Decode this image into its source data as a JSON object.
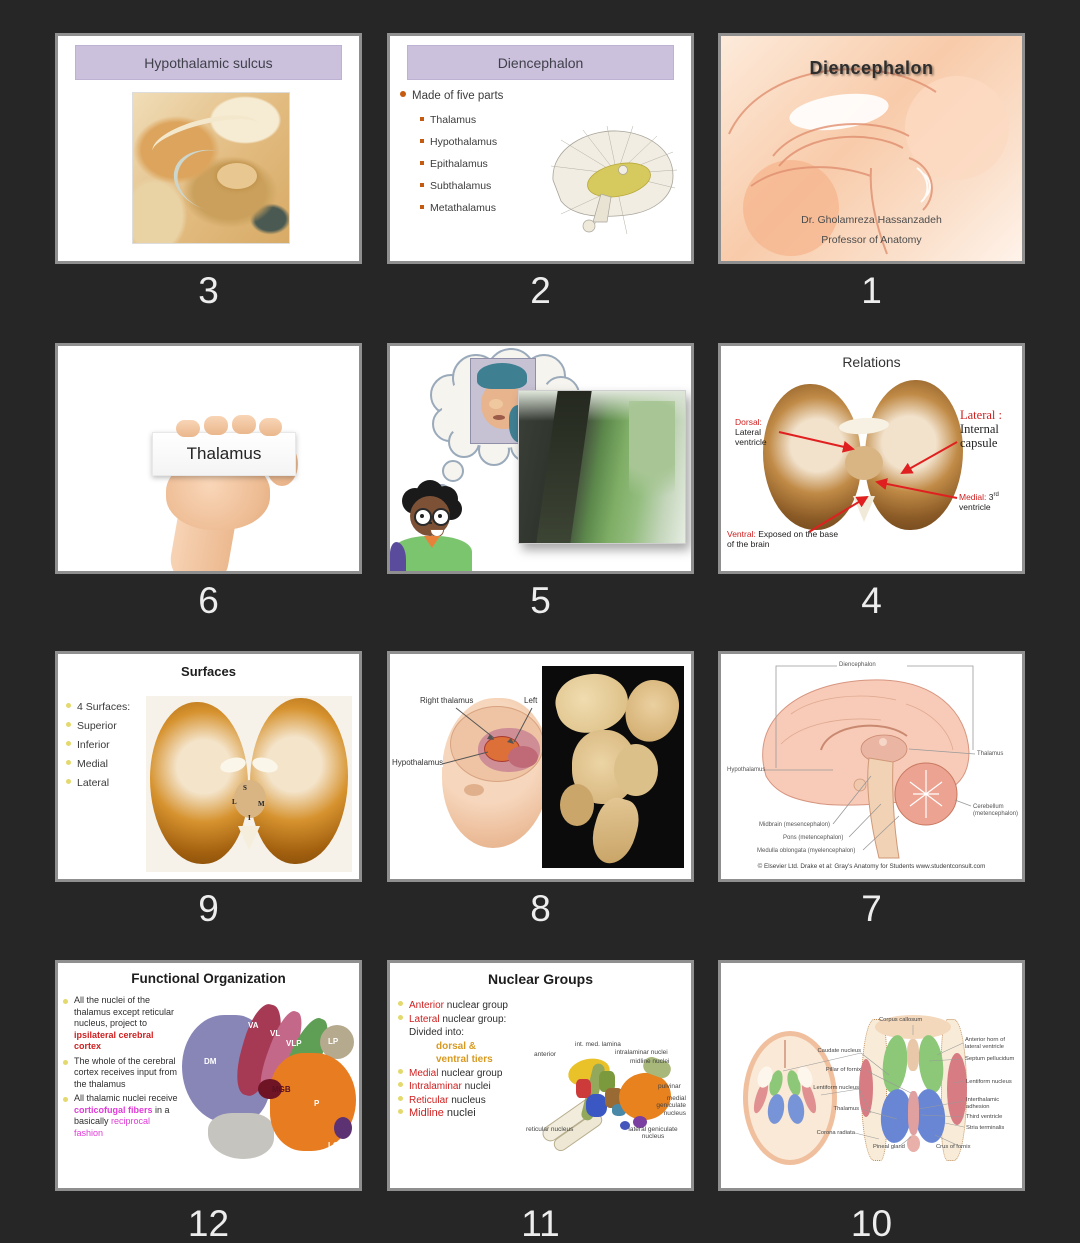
{
  "background": "#262626",
  "numbers": [
    "3",
    "2",
    "1",
    "6",
    "5",
    "4",
    "9",
    "8",
    "7",
    "12",
    "11",
    "10"
  ],
  "colors": {
    "header_band": "#cbc1dd",
    "bullet_orange": "#c55a11",
    "bullet_yellow": "#e3d96d",
    "label_red": "#cf1f1f",
    "magenta": "#e03ad8",
    "gold": "#d89a20"
  },
  "slides": {
    "s1": {
      "title": "Diencephalon",
      "author": "Dr. Gholamreza Hassanzadeh",
      "role": "Professor of Anatomy"
    },
    "s2": {
      "title": "Diencephalon",
      "bullet": "Made of five parts",
      "subs": [
        "Thalamus",
        "Hypothalamus",
        "Epithalamus",
        "Subthalamus",
        "Metathalamus"
      ]
    },
    "s3": {
      "title": "Hypothalamic sulcus"
    },
    "s4": {
      "title": "Relations",
      "dorsal_red": "Dorsal:",
      "dorsal_black": "Lateral ventricle",
      "lateral_red": "Lateral :",
      "lateral_black": "Internal capsule",
      "medial_red": "Medial:",
      "medial_num": " 3",
      "medial_sup": "rd",
      "medial_rest": "ventricle",
      "ventral_red": "Ventral:",
      "ventral_black": " Exposed on the base of the brain"
    },
    "s6": {
      "card": "Thalamus"
    },
    "s7": {
      "labels": {
        "diencephalon": "Diencephalon",
        "thalamus": "Thalamus",
        "hypothalamus": "Hypothalamus",
        "cerebellum": "Cerebellum (metencephalon)",
        "midbrain": "Midbrain (mesencephalon)",
        "pons": "Pons (metencephalon)",
        "medulla": "Medulla oblongata (myelencephalon)"
      },
      "caption": "© Elsevier Ltd. Drake et al: Gray's Anatomy for Students www.studentconsult.com"
    },
    "s8": {
      "labels": {
        "right_thalamus": "Right thalamus",
        "left": "Left",
        "hypothalamus": "Hypothalamus"
      }
    },
    "s9": {
      "title": "Surfaces",
      "bullets": [
        "4 Surfaces:",
        "Superior",
        "Inferior",
        "Medial",
        "Lateral"
      ],
      "letters": [
        "S",
        "L",
        "M",
        "I"
      ]
    },
    "s10": {
      "labels_left": [
        "Caudate nucleus",
        "Pillar of fornix",
        "Lentiform nucleus",
        "Thalamus",
        "Corona radiata"
      ],
      "labels_right": [
        "Corpus callosum",
        "Anterior horn of lateral ventricle",
        "Septum pellucidum",
        "Lentiform nucleus",
        "Interthalamic adhesion",
        "Third ventricle",
        "Stria terminalis"
      ],
      "labels_bottom": [
        "Pineal gland",
        "Crus of fornix"
      ]
    },
    "s11": {
      "title": "Nuclear Groups",
      "items": [
        {
          "red": "Anterior",
          "black": " nuclear group"
        },
        {
          "red": "Lateral",
          "black": " nuclear group:"
        },
        {
          "plain": "Divided into:"
        },
        {
          "gold": "dorsal &"
        },
        {
          "gold": "ventral tiers"
        },
        {
          "red": "Medial",
          "black": " nuclear group"
        },
        {
          "red": "Intralaminar",
          "black": " nuclei"
        },
        {
          "red": "Reticular",
          "black": " nucleus"
        },
        {
          "red": "Midline",
          "black": " nuclei"
        }
      ],
      "diagram_labels": [
        "anterior",
        "int. med. lamina",
        "intralaminar nuclei",
        "midline nuclei",
        "pulvinar",
        "medial geniculate nucleus",
        "lateral geniculate nucleus",
        "reticular nucleus"
      ]
    },
    "s12": {
      "title": "Functional Organization",
      "b1": "All the nuclei of the thalamus except reticular nucleus, project to ",
      "b1_red": "ipsilateral cerebral cortex",
      "b2": "The whole of the cerebral cortex receives input from the thalamus",
      "b3": "All thalamic nuclei receive ",
      "b3_m1": "corticofugal fibers",
      "b3_mid": " in a basically ",
      "b3_m2": "reciprocal fashion",
      "regions": [
        "VA",
        "VL",
        "VLP",
        "LP",
        "DM",
        "MGB",
        "P",
        "LGB"
      ]
    }
  }
}
